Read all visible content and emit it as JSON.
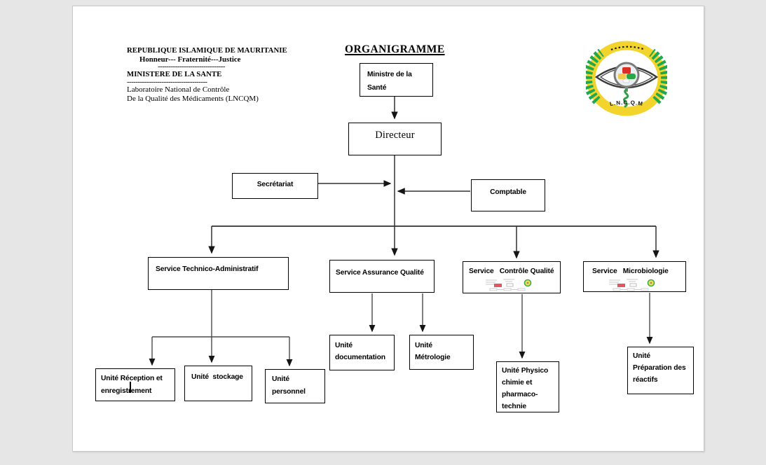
{
  "document": {
    "header": {
      "country": "REPUBLIQUE ISLAMIQUE DE MAURITANIE",
      "motto": "Honneur--- Fraternité---Justice",
      "divider1": "-------------------------------",
      "ministry": "MINISTERE DE LA SANTE",
      "divider2": "-------------------------------------",
      "lab_line1": "Laboratoire National de Contrôle",
      "lab_line2": "De la Qualité des Médicaments (LNCQM)"
    },
    "title": "ORGANIGRAMME"
  },
  "logo": {
    "acronym": "L.N.C.Q.M",
    "ring_color": "#F2D42C",
    "laurel_color": "#1FA94D",
    "pill_red": "#D93025",
    "pill_yellow": "#F2C94C",
    "pill_green": "#27A844"
  },
  "nodes": {
    "ministre": {
      "label": "Ministre de la\nSanté"
    },
    "directeur": {
      "label": "Directeur"
    },
    "secretariat": {
      "label": "Secrétariat"
    },
    "comptable": {
      "label": "Comptable"
    },
    "technico": {
      "label": "Service Technico-Administratif"
    },
    "assurance": {
      "label": "Service Assurance Qualité"
    },
    "controle": {
      "label": "Service   Contrôle Qualité"
    },
    "microbiologie": {
      "label": "Service   Microbiologie"
    },
    "reception": {
      "label": "Unité Réception et\nenregistrement"
    },
    "stockage": {
      "label": "Unité  stockage"
    },
    "personnel": {
      "label": "Unité\npersonnel"
    },
    "documentation": {
      "label": "Unité\ndocumentation"
    },
    "metrologie": {
      "label": "Unité\nMétrologie"
    },
    "physico": {
      "label": "Unité Physico\nchimie et\npharmaco-\ntechnie"
    },
    "preparation": {
      "label": "Unité\nPréparation des\nréactifs"
    }
  }
}
